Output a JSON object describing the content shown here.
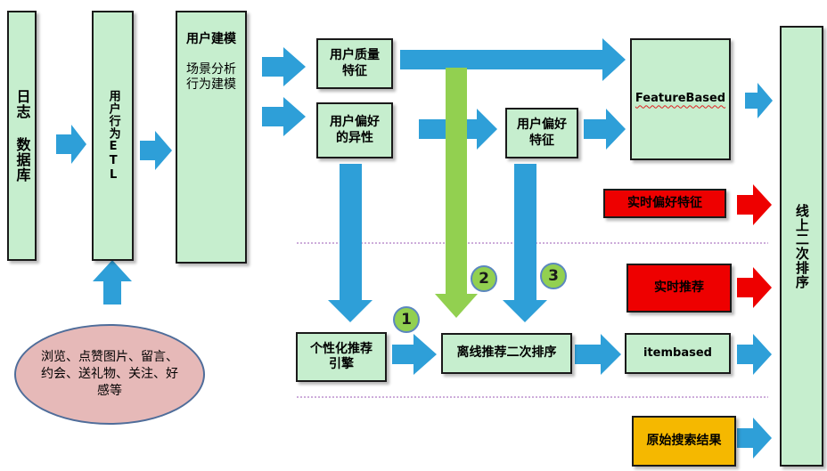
{
  "nodes": {
    "log_db": "日志 数据库",
    "user_behavior": "用户行为ETL",
    "user_modeling_title": "用户建模",
    "user_modeling_body": "场景分析\n行为建模",
    "quality_features": "用户质量\n特征",
    "preference_heterogeneity": "用户偏好\n的异性",
    "preference_features": "用户偏好\n特征",
    "feature_based": "FeatureBased",
    "realtime_preference": "实时偏好特征",
    "realtime_recommend": "实时推荐",
    "personalized_engine": "个性化推荐\n引擎",
    "offline_rerank": "离线推荐二次排序",
    "itembased": "itembased",
    "raw_search": "原始搜索结果",
    "online_rerank": "线上二次排序",
    "behavior_source": "浏览、点赞图片、留言、约会、送礼物、关注、好感等"
  },
  "badges": [
    "1",
    "2",
    "3"
  ],
  "colors": {
    "box_fill": "#c6eece",
    "red_box": "#ee0000",
    "orange_box": "#f5b800",
    "arrow_blue": "#2e9fd8",
    "arrow_green": "#92d050",
    "red_arrow": "#ee0000",
    "ellipse_fill": "#e6b9b8",
    "separator": "#9b59b6"
  }
}
